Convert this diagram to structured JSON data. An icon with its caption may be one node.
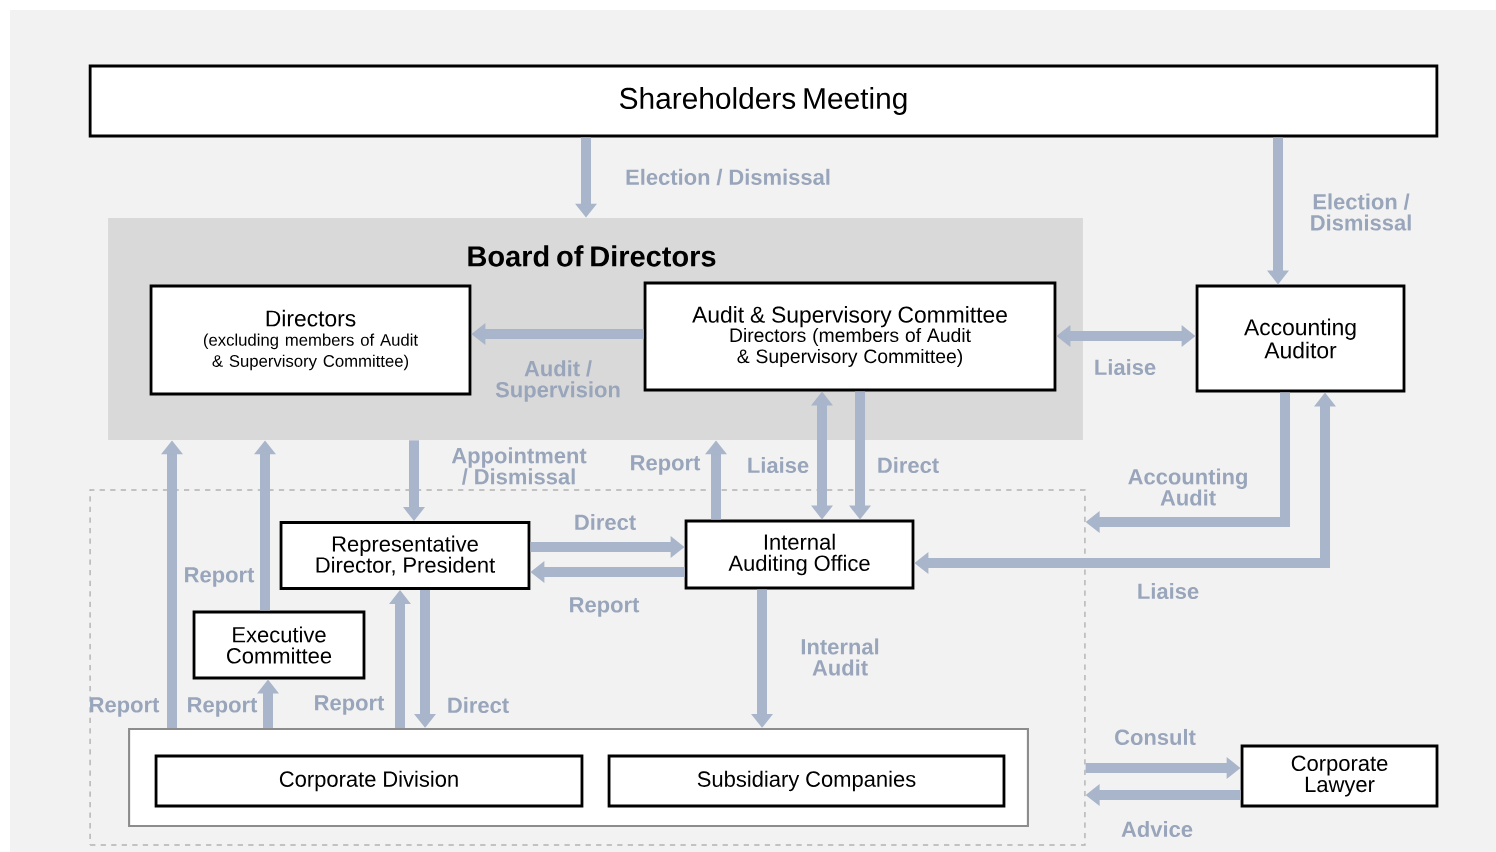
{
  "diagram": {
    "nodes": [
      {
        "text": [
          "Shareholders Meeting"
        ]
      },
      {
        "text": [
          "Board of Directors"
        ]
      },
      {
        "text": [
          "Directors",
          "(excluding members of Audit & Supervisory Committee)"
        ],
        "in": 1
      },
      {
        "text": [
          "Audit & Supervisory Committee",
          "Directors (members of Audit & Supervisory Committee)"
        ],
        "in": 1
      },
      {
        "text": [
          "Accounting Auditor"
        ]
      },
      {
        "text": [],
        "shape": "box"
      },
      {
        "text": [
          "Representative Director, President"
        ],
        "in": 5
      },
      {
        "text": [
          "Internal Auditing Office"
        ],
        "in": 5
      },
      {
        "text": [
          "Executive Committee"
        ],
        "in": 5
      },
      {
        "text": [],
        "shape": "box",
        "in": 5
      },
      {
        "text": [
          "Corporate Division"
        ],
        "in": 9
      },
      {
        "text": [
          "Subsidiary Companies"
        ],
        "in": 9
      },
      {
        "text": [
          "Corporate Lawyer"
        ]
      }
    ],
    "edges": [
      {
        "from": 0,
        "to": 1,
        "arrow": "to",
        "label": "Election / Dismissal"
      },
      {
        "from": 0,
        "to": 4,
        "arrow": "to",
        "label": "Election / Dismissal"
      },
      {
        "from": 3,
        "to": 2,
        "arrow": "to",
        "label": "Audit / Supervision"
      },
      {
        "from": 3,
        "to": 4,
        "arrow": "both",
        "label": "Liaise"
      },
      {
        "from": 1,
        "to": 6,
        "arrow": "to",
        "label": "Appointment / Dismissal"
      },
      {
        "from": 7,
        "to": 1,
        "arrow": "to",
        "label": "Report"
      },
      {
        "from": 3,
        "to": 7,
        "arrow": "both",
        "label": "Liaise"
      },
      {
        "from": 3,
        "to": 7,
        "arrow": "to",
        "label": "Direct"
      },
      {
        "from": 6,
        "to": 7,
        "arrow": "to",
        "label": "Direct"
      },
      {
        "from": 7,
        "to": 6,
        "arrow": "to",
        "label": "Report"
      },
      {
        "from": 4,
        "to": 5,
        "arrow": "to",
        "label": "Accounting Audit"
      },
      {
        "from": 7,
        "to": 4,
        "arrow": "both",
        "label": "Liaise"
      },
      {
        "from": 7,
        "to": 9,
        "arrow": "to",
        "label": "Internal Audit"
      },
      {
        "from": 9,
        "to": 1,
        "arrow": "to",
        "label": "Report"
      },
      {
        "from": 8,
        "to": 1,
        "arrow": "to",
        "label": "Report"
      },
      {
        "from": 9,
        "to": 8,
        "arrow": "to",
        "label": "Report"
      },
      {
        "from": 9,
        "to": 6,
        "arrow": "to",
        "label": "Report"
      },
      {
        "from": 6,
        "to": 9,
        "arrow": "to",
        "label": "Direct"
      },
      {
        "from": 5,
        "to": 12,
        "arrow": "to",
        "label": "Consult"
      },
      {
        "from": 12,
        "to": 5,
        "arrow": "to",
        "label": "Advice"
      }
    ]
  }
}
